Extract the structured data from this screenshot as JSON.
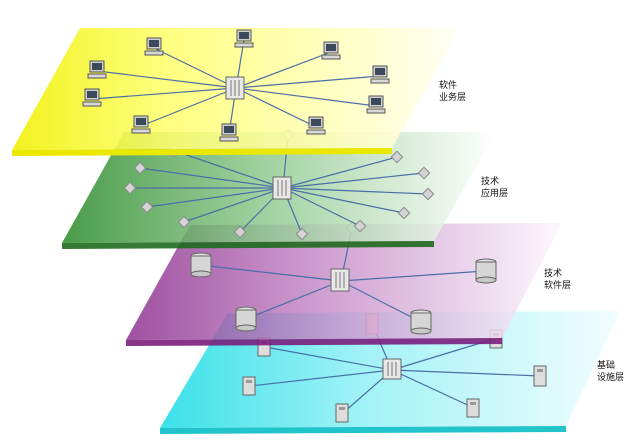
{
  "layers": [
    {
      "id": "software-business",
      "label_line1": "软件",
      "label_line2": "业务层",
      "color_edge": "#e6e600",
      "color_fill": "#ffff66",
      "color_light": "#fffff0",
      "border": "#c8c800",
      "hub": "switch",
      "nodes": "computer"
    },
    {
      "id": "technical-application",
      "label_line1": "技术",
      "label_line2": "应用层",
      "color_edge": "#2e8b2e",
      "color_fill": "#6ab86a",
      "color_light": "#f4fbf4",
      "border": "#1e6a1e",
      "hub": "switch",
      "nodes": "diamond"
    },
    {
      "id": "technical-software",
      "label_line1": "技术",
      "label_line2": "软件层",
      "color_edge": "#8e2a90",
      "color_fill": "#c07ac2",
      "color_light": "#f8eef8",
      "border": "#6e1a70",
      "hub": "switch",
      "nodes": "database"
    },
    {
      "id": "infrastructure",
      "label_line1": "基础",
      "label_line2": "设施层",
      "color_edge": "#33e0e8",
      "color_fill": "#90f0f4",
      "color_light": "#eafcfd",
      "border": "#22b8c0",
      "hub": "switch",
      "nodes": "server"
    }
  ],
  "link_color": "#4a6ea8"
}
